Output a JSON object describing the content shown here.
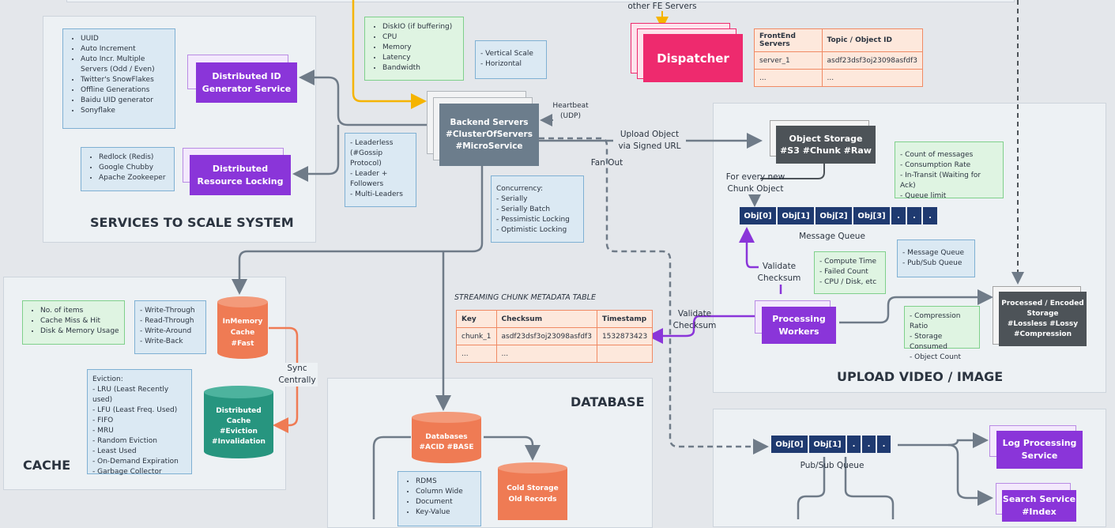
{
  "top_left_notes": {
    "metrics": [
      "DiskIO (if buffering)",
      "CPU",
      "Memory",
      "Latency",
      "Bandwidth"
    ],
    "scale": [
      "- Vertical Scale",
      "- Horizontal"
    ]
  },
  "dispatcher": {
    "source_label": "other FE Servers",
    "label": "Dispatcher",
    "table": {
      "headers": [
        "FrontEnd Servers",
        "Topic / Object ID"
      ],
      "rows": [
        [
          "server_1",
          "asdf23dsf3oj23098asfdf3"
        ],
        [
          "...",
          "..."
        ]
      ]
    }
  },
  "services": {
    "title": "SERVICES TO SCALE SYSTEM",
    "id_notes": [
      "UUID",
      "Auto Increment",
      "Auto Incr. Multiple Servers (Odd / Even)",
      "Twitter's SnowFlakes",
      "Offline Generations",
      "Baidu UID generator",
      "Sonyflake"
    ],
    "id_box": "Distributed ID\nGenerator Service",
    "lock_notes": [
      "Redlock (Redis)",
      "Google Chubby",
      "Apache Zookeeper"
    ],
    "lock_box": "Distributed\nResource Locking"
  },
  "backend": {
    "box": "Backend Servers\n#ClusterOfServers\n#MicroService",
    "heartbeat": "Heartbeat\n(UDP)",
    "upload": "Upload Object\nvia Signed URL",
    "fanout": "Fan Out",
    "leader_notes": [
      "- Leaderless",
      "(#Gossip",
      "Protocol)",
      "- Leader +",
      "Followers",
      "- Multi-Leaders"
    ],
    "concurrency_notes": [
      "Concurrency:",
      "- Serially",
      "- Serially Batch",
      "- Pessimistic Locking",
      "- Optimistic Locking"
    ]
  },
  "upload": {
    "title": "UPLOAD VIDEO / IMAGE",
    "storage_box": "Object Storage\n#S3 #Chunk #Raw",
    "every_chunk": "For every new\nChunk Object",
    "queue_items": [
      "Obj[0]",
      "Obj[1]",
      "Obj[2]",
      "Obj[3]",
      ".",
      ".",
      "."
    ],
    "queue_label": "Message Queue",
    "queue_metrics": [
      "- Count of messages",
      "- Consumption Rate",
      "- In-Transit (Waiting for Ack)",
      "- Queue limit"
    ],
    "queue_types": [
      "- Message Queue",
      "- Pub/Sub Queue"
    ],
    "validate_top": "Validate\nChecksum",
    "worker_metrics": [
      "- Compute Time",
      "- Failed Count",
      "- CPU / Disk, etc"
    ],
    "worker_box": "Processing\nWorkers",
    "processed_box": "Processed / Encoded\nStorage\n#Lossless #Lossy\n#Compression",
    "processed_metrics": [
      "- Compression Ratio",
      "- Storage Consumed",
      "- Object Count"
    ]
  },
  "metadata": {
    "title": "STREAMING CHUNK METADATA TABLE",
    "headers": [
      "Key",
      "Checksum",
      "Timestamp"
    ],
    "rows": [
      [
        "chunk_1",
        "asdf23dsf3oj23098asfdf3",
        "1532873423"
      ],
      [
        "...",
        "...",
        ""
      ]
    ],
    "validate": "Validate\nChecksum"
  },
  "cache": {
    "title": "CACHE",
    "metrics": [
      "No. of items",
      "Cache Miss & Hit",
      "Disk & Memory Usage"
    ],
    "write_notes": [
      "- Write-Through",
      "- Read-Through",
      "- Write-Around",
      "- Write-Back"
    ],
    "inmemory": [
      "InMemory",
      "Cache",
      "#Fast"
    ],
    "sync": "Sync\nCentrally",
    "distributed": [
      "Distributed",
      "Cache",
      "#Eviction",
      "#Invalidation"
    ],
    "eviction": [
      "Eviction:",
      "- LRU (Least Recently used)",
      "- LFU (Least Freq. Used)",
      "- FIFO",
      "- MRU",
      "- Random Eviction",
      "- Least Used",
      "- On-Demand Expiration",
      "- Garbage Collector"
    ]
  },
  "database": {
    "title": "DATABASE",
    "db": [
      "Databases",
      "#ACID #BASE"
    ],
    "cold": [
      "Cold Storage",
      "Old Records"
    ],
    "types": [
      "RDMS",
      "Column Wide",
      "Document",
      "Key-Value"
    ]
  },
  "pubsub": {
    "queue_items": [
      "Obj[0]",
      "Obj[1]",
      ".",
      ".",
      "."
    ],
    "label": "Pub/Sub Queue",
    "log_box": "Log Processing\nService",
    "search_box": "Search Service\n#Index"
  },
  "colors": {
    "purple": "#8a35d9",
    "pink": "#ee2a6e",
    "orange": "#ef7b54",
    "teal": "#27957f",
    "navy": "#1f3a70",
    "slate": "#6c7d8c",
    "arrow": "#6f7b88"
  }
}
